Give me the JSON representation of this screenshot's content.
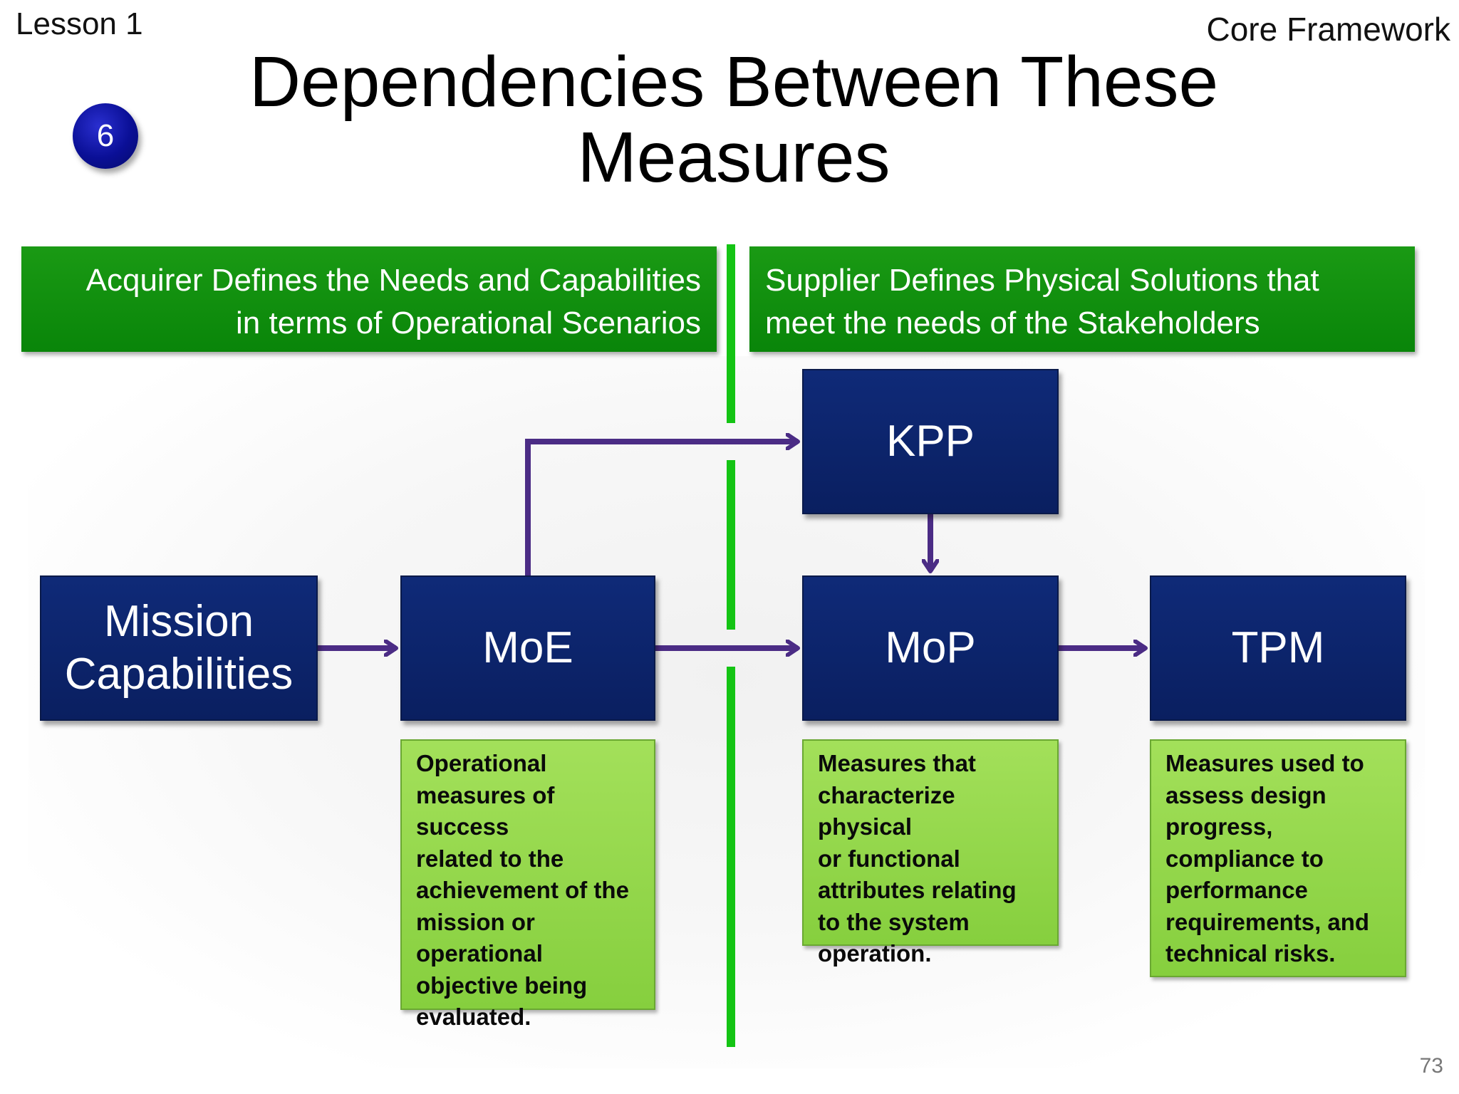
{
  "header": {
    "lesson": "Lesson 1",
    "framework": "Core Framework",
    "badge": "6",
    "title_line1": "Dependencies Between These",
    "title_line2": "Measures"
  },
  "banners": {
    "left_line1": "Acquirer Defines the Needs and Capabilities",
    "left_line2": "in terms of Operational Scenarios",
    "right_line1": "Supplier Defines Physical Solutions that",
    "right_line2": "meet the needs of the Stakeholders"
  },
  "boxes": {
    "mission_line1": "Mission",
    "mission_line2": "Capabilities",
    "moe": "MoE",
    "kpp": "KPP",
    "mop": "MoP",
    "tpm": "TPM"
  },
  "notes": {
    "moe": [
      "Operational",
      "measures of success",
      "related to the",
      "achievement of the",
      "mission or",
      "operational",
      "objective being",
      "evaluated."
    ],
    "mop": [
      "Measures that",
      "characterize physical",
      "or functional",
      "attributes relating",
      "to the system",
      "operation."
    ],
    "tpm": [
      "Measures used to",
      "assess design",
      "progress,",
      "compliance to",
      "performance",
      "requirements, and",
      "technical risks."
    ]
  },
  "page_number": "73",
  "colors": {
    "banner_green": "#098509",
    "divider_green": "#14c414",
    "box_navy": "#0a1f60",
    "note_green": "#94d84a",
    "arrow_purple": "#4b2c85",
    "badge_blue": "#0a0f96"
  }
}
